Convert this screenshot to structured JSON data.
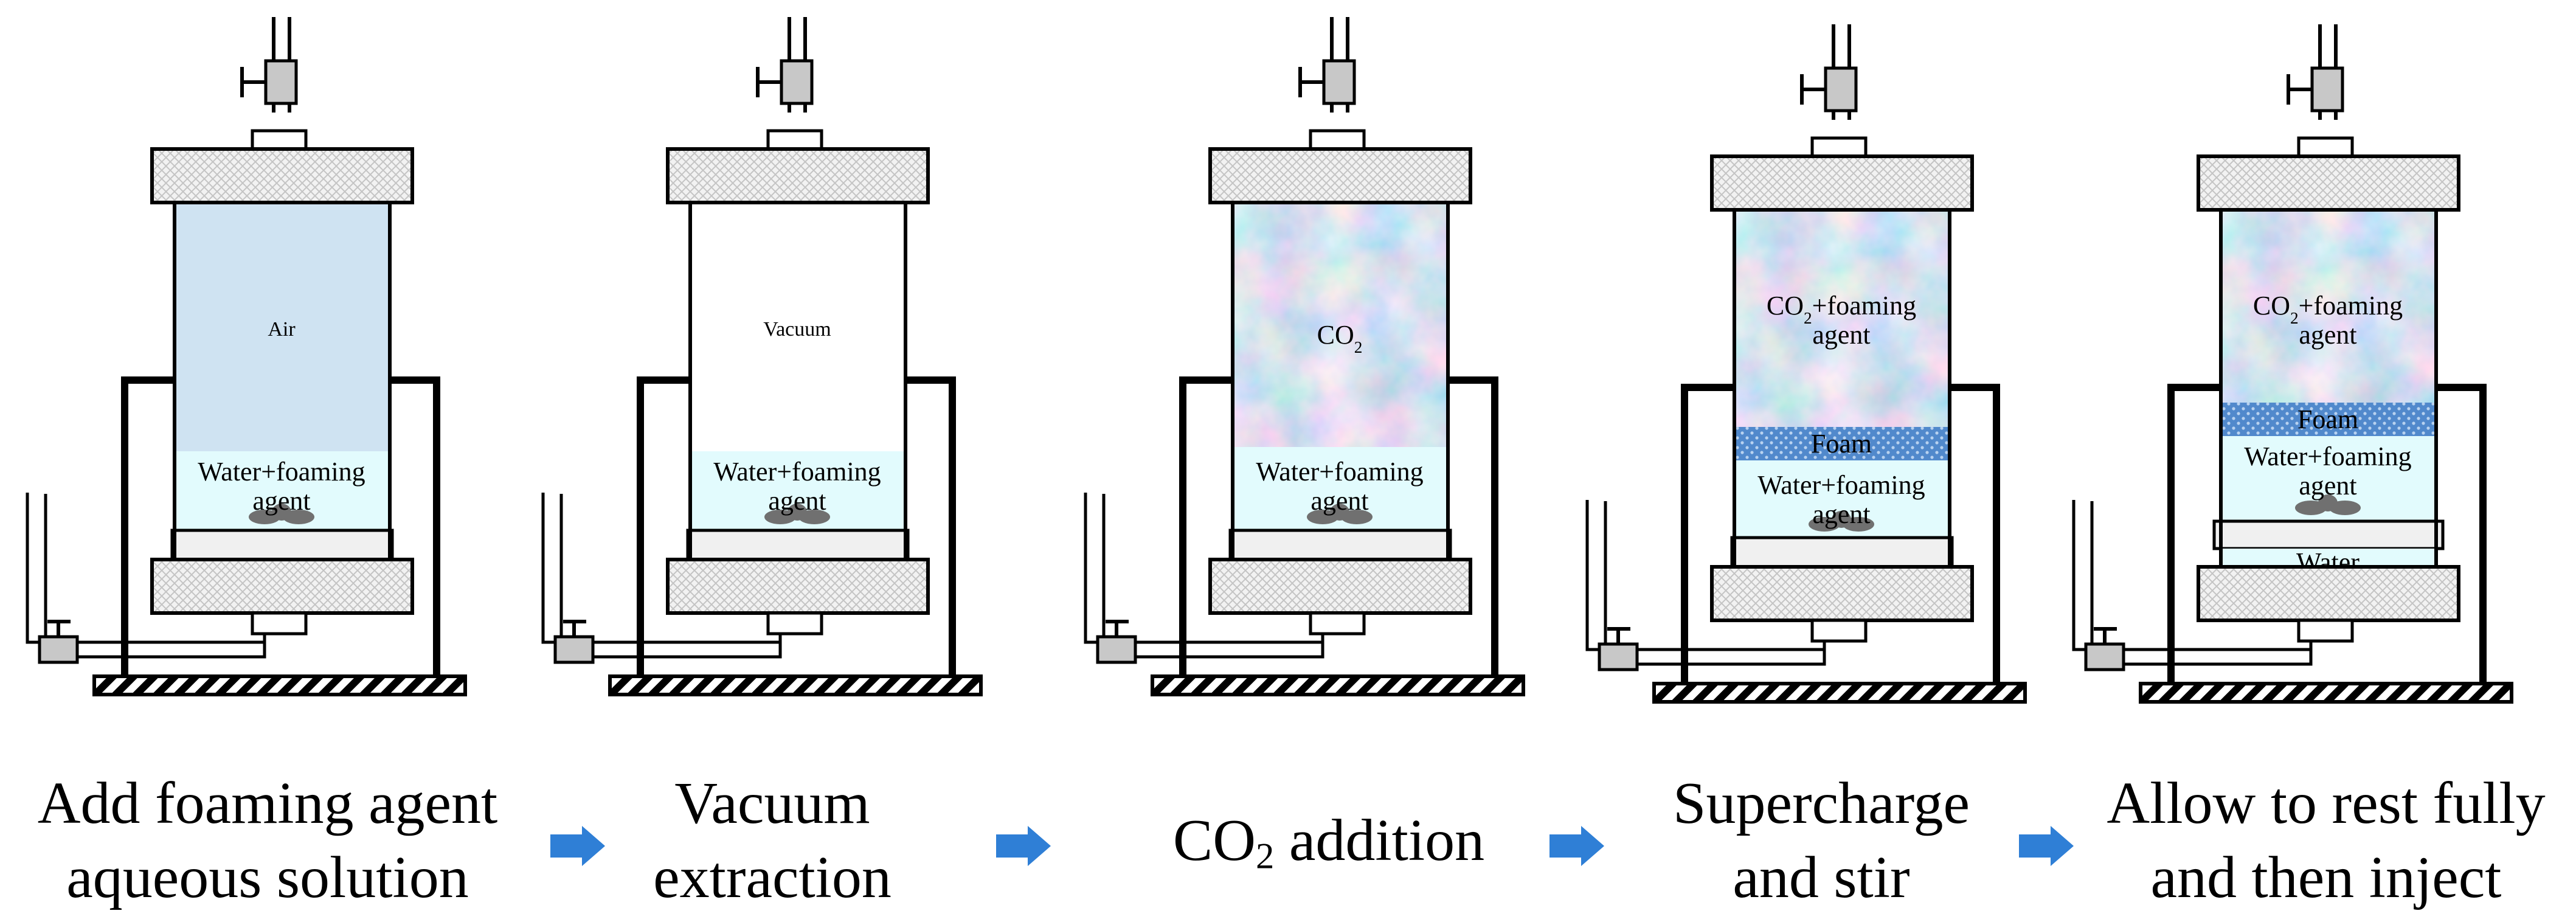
{
  "colors": {
    "air_fill": "#cfe3f2",
    "liquid_fill": "#e2fbfd",
    "foam_fill": "#4f86c9",
    "arrow": "#2f7fd6",
    "frame": "#000000",
    "cap": "#eeeeee",
    "valve": "#c8c8c8"
  },
  "stages": [
    {
      "chamber": "Air",
      "caption": [
        "Add foaming agent",
        "aqueous solution"
      ]
    },
    {
      "chamber": "Vacuum",
      "caption": [
        "Vacuum",
        "extraction"
      ]
    },
    {
      "chamber": "CO2",
      "caption": [
        "CO2 addition"
      ]
    },
    {
      "chamber": "CO2+foaming agent",
      "foam": "Foam",
      "caption": [
        "Supercharge",
        "and stir"
      ]
    },
    {
      "chamber": "CO2+foaming agent",
      "foam": "Foam",
      "water": "Water",
      "caption": [
        "Allow to rest fully",
        "and then inject"
      ]
    }
  ],
  "labels": {
    "liquid_line1": "Water+foaming",
    "liquid_line2": "agent",
    "co2_prefix": "CO",
    "co2_sub": "2",
    "co2_suffix": "+foaming",
    "co2_line2": "agent",
    "caption_co2_suffix": " addition"
  }
}
